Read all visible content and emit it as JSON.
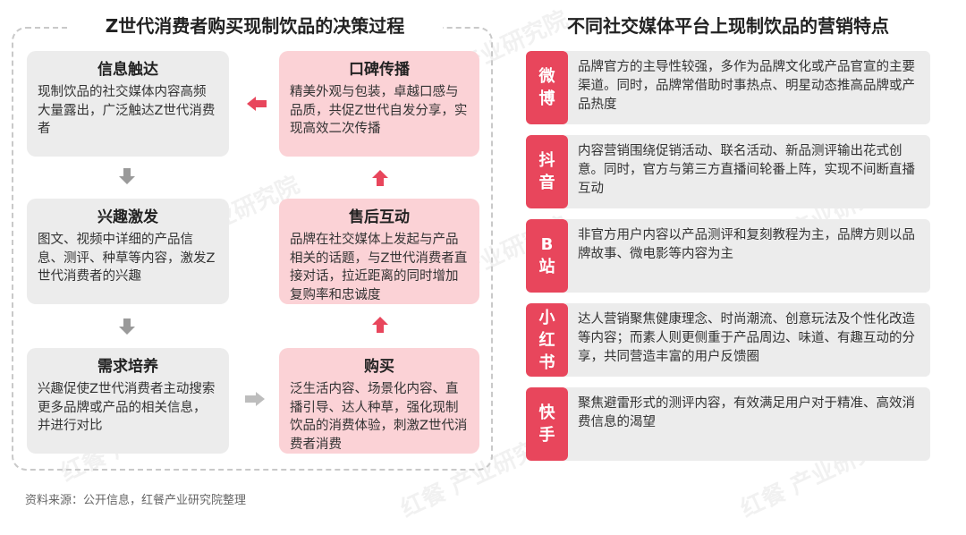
{
  "left_panel": {
    "title": "Z世代消费者购买现制饮品的决策过程",
    "steps": {
      "info_reach": {
        "title": "信息触达",
        "text": "现制饮品的社交媒体内容高频大量露出，广泛触达Z世代消费者"
      },
      "interest": {
        "title": "兴趣激发",
        "text": "图文、视频中详细的产品信息、测评、种草等内容，激发Z世代消费者的兴趣"
      },
      "need": {
        "title": "需求培养",
        "text": "兴趣促使Z世代消费者主动搜索更多品牌或产品的相关信息，并进行对比"
      },
      "purchase": {
        "title": "购买",
        "text": "泛生活内容、场景化内容、直播引导、达人种草，强化现制饮品的消费体验，刺激Z世代消费者消费"
      },
      "after_sales": {
        "title": "售后互动",
        "text": "品牌在社交媒体上发起与产品相关的话题，与Z世代消费者直接对话，拉近距离的同时增加复购率和忠诚度"
      },
      "word_of_mouth": {
        "title": "口碑传播",
        "text": "精美外观与包装，卓越口感与品质，共促Z世代自发分享，实现高效二次传播"
      }
    }
  },
  "right_panel": {
    "title": "不同社交媒体平台上现制饮品的营销特点",
    "platforms": [
      {
        "chars": [
          "微",
          "博"
        ],
        "text": "品牌官方的主导性较强，多作为品牌文化或产品官宣的主要渠道。同时，品牌常借助时事热点、明星动态推高品牌或产品热度"
      },
      {
        "chars": [
          "抖",
          "音"
        ],
        "text": "内容营销围绕促销活动、联名活动、新品测评输出花式创意。同时，官方与第三方直播间轮番上阵，实现不间断直播互动"
      },
      {
        "chars": [
          "B",
          "站"
        ],
        "text": "非官方用户内容以产品测评和复刻教程为主，品牌方则以品牌故事、微电影等内容为主"
      },
      {
        "chars": [
          "小",
          "红",
          "书"
        ],
        "text": "达人营销聚焦健康理念、时尚潮流、创意玩法及个性化改造等内容；而素人则更侧重于产品周边、味道、有趣互动的分享，共同营造丰富的用户反馈圈"
      },
      {
        "chars": [
          "快",
          "手"
        ],
        "text": "聚焦避雷形式的测评内容，有效满足用户对于精准、高效消费信息的渴望"
      }
    ]
  },
  "source": "资料来源：公开信息，红餐产业研究院整理",
  "watermark": "红餐 产业研究院",
  "colors": {
    "accent_red": "#e8465c",
    "gray_arrow": "#9a9a9a",
    "gray_box": "#ececec",
    "pink_box": "#fbd2d6"
  }
}
